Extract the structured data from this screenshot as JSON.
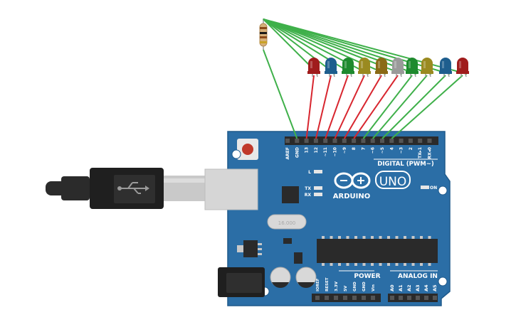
{
  "board": {
    "model": "UNO",
    "brand": "ARDUINO",
    "digital_label": "DIGITAL (PWM~)",
    "power_label": "POWER",
    "analog_label": "ANALOG IN",
    "on_label": "ON",
    "led_labels": {
      "l": "L",
      "tx": "TX",
      "rx": "RX"
    },
    "crystal_text": "16.000",
    "digital_pins": [
      "AREF",
      "GND",
      "13",
      "12",
      "~11",
      "~10",
      "~9",
      "8",
      "7",
      "~6",
      "~5",
      "4",
      "~3",
      "2",
      "TX▸1",
      "RX◂0"
    ],
    "power_pins": [
      "IOREF",
      "RESET",
      "3.3V",
      "5V",
      "GND",
      "GND",
      "Vin"
    ],
    "analog_pins": [
      "A0",
      "A1",
      "A2",
      "A3",
      "A4",
      "A5"
    ],
    "colors": {
      "board": "#2b6ea6",
      "board_edge": "#1f5a8c",
      "header": "#2a2a2a",
      "silk": "#ffffff"
    }
  },
  "leds": [
    {
      "color": "#a01c1c"
    },
    {
      "color": "#1e5e8e"
    },
    {
      "color": "#1e8a2e"
    },
    {
      "color": "#9a8a20"
    },
    {
      "color": "#8a6a16"
    },
    {
      "color": "#9a9a9a"
    },
    {
      "color": "#1e8a2e"
    },
    {
      "color": "#9a8a20"
    },
    {
      "color": "#1e5e8e"
    },
    {
      "color": "#a01c1c"
    }
  ],
  "wire_colors": {
    "ground": "#3fb04a",
    "signal": "#d8262f"
  },
  "usb": {
    "cable_color": "#2b2b2b",
    "plug_color": "#d9d9d9"
  }
}
